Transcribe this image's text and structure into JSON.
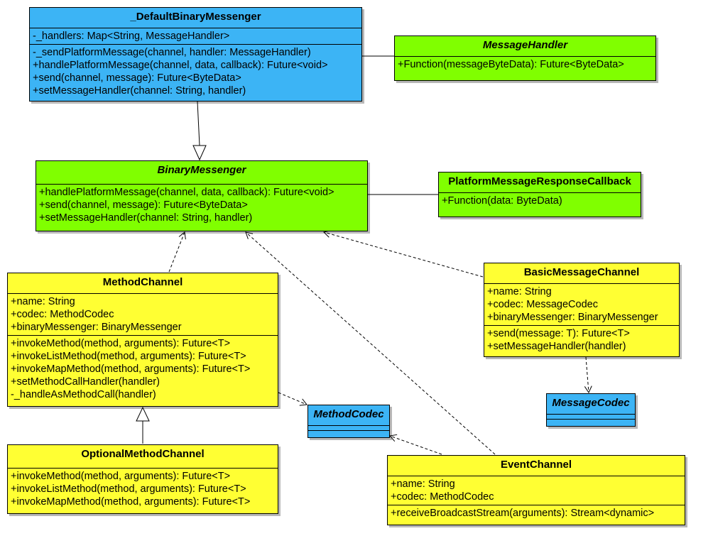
{
  "colors": {
    "blue": "#3cb4f5",
    "green": "#80ff00",
    "yellow": "#ffff33",
    "line": "#000000"
  },
  "classes": {
    "default_binary_messenger": {
      "name": "_DefaultBinaryMessenger",
      "attributes": [
        "-_handlers: Map<String, MessageHandler>"
      ],
      "operations": [
        "-_sendPlatformMessage(channel, handler: MessageHandler)",
        "+handlePlatformMessage(channel, data, callback): Future<void>",
        "+send(channel, message): Future<ByteData>",
        "+setMessageHandler(channel: String, handler)"
      ]
    },
    "message_handler": {
      "name": "MessageHandler",
      "operations": [
        "+Function(messageByteData): Future<ByteData>"
      ]
    },
    "binary_messenger": {
      "name": "BinaryMessenger",
      "operations": [
        "+handlePlatformMessage(channel, data, callback): Future<void>",
        "+send(channel, message): Future<ByteData>",
        "+setMessageHandler(channel: String, handler)"
      ]
    },
    "platform_message_response_callback": {
      "name": "PlatformMessageResponseCallback",
      "operations": [
        "+Function(data: ByteData)"
      ]
    },
    "method_channel": {
      "name": "MethodChannel",
      "attributes": [
        "+name: String",
        "+codec: MethodCodec",
        "+binaryMessenger: BinaryMessenger"
      ],
      "operations": [
        "+invokeMethod(method, arguments): Future<T>",
        "+invokeListMethod(method, arguments): Future<T>",
        "+invokeMapMethod(method, arguments): Future<T>",
        "+setMethodCallHandler(handler)",
        "-_handleAsMethodCall(handler)"
      ]
    },
    "basic_message_channel": {
      "name": "BasicMessageChannel",
      "attributes": [
        "+name: String",
        "+codec: MessageCodec",
        "+binaryMessenger: BinaryMessenger"
      ],
      "operations": [
        "+send(message: T): Future<T>",
        "+setMessageHandler(handler)"
      ]
    },
    "message_codec": {
      "name": "MessageCodec"
    },
    "method_codec": {
      "name": "MethodCodec"
    },
    "optional_method_channel": {
      "name": "OptionalMethodChannel",
      "operations": [
        "+invokeMethod(method, arguments): Future<T>",
        "+invokeListMethod(method, arguments): Future<T>",
        "+invokeMapMethod(method, arguments): Future<T>"
      ]
    },
    "event_channel": {
      "name": "EventChannel",
      "attributes": [
        "+name: String",
        "+codec: MethodCodec"
      ],
      "operations": [
        "+receiveBroadcastStream(arguments): Stream<dynamic>"
      ]
    }
  }
}
